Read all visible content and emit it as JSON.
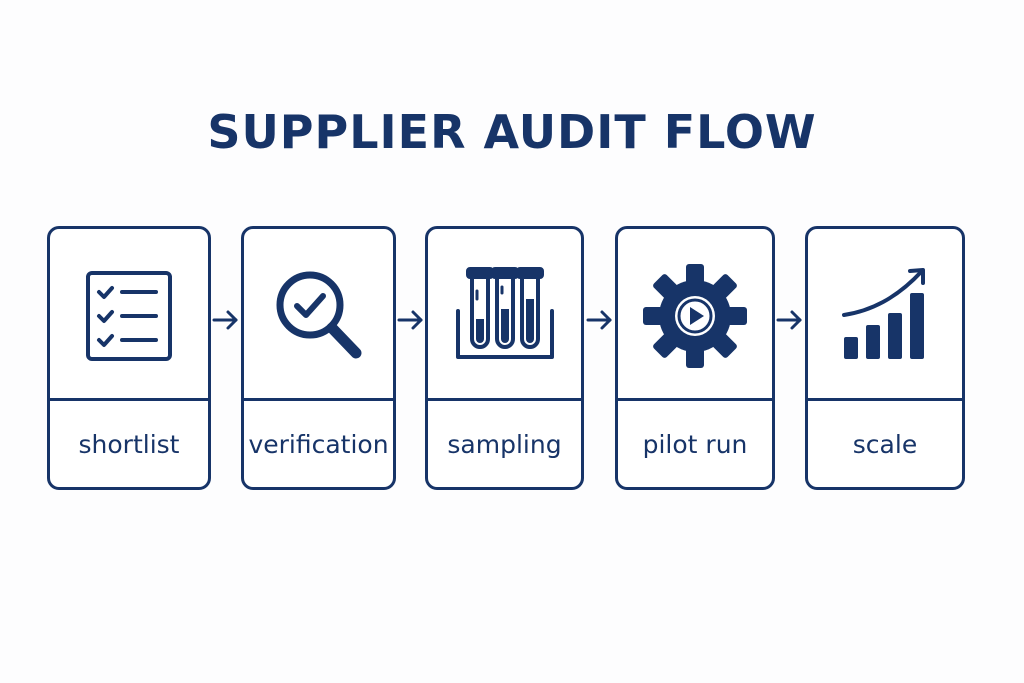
{
  "title": "SUPPLIER AUDIT FLOW",
  "colors": {
    "primary": "#173468",
    "background": "#fdfdfe"
  },
  "steps": [
    {
      "label": "shortlist",
      "icon": "checklist-icon"
    },
    {
      "label": "verification",
      "icon": "magnifier-check-icon"
    },
    {
      "label": "sampling",
      "icon": "test-tubes-icon"
    },
    {
      "label": "pilot run",
      "icon": "gear-play-icon"
    },
    {
      "label": "scale",
      "icon": "growth-chart-icon"
    }
  ]
}
